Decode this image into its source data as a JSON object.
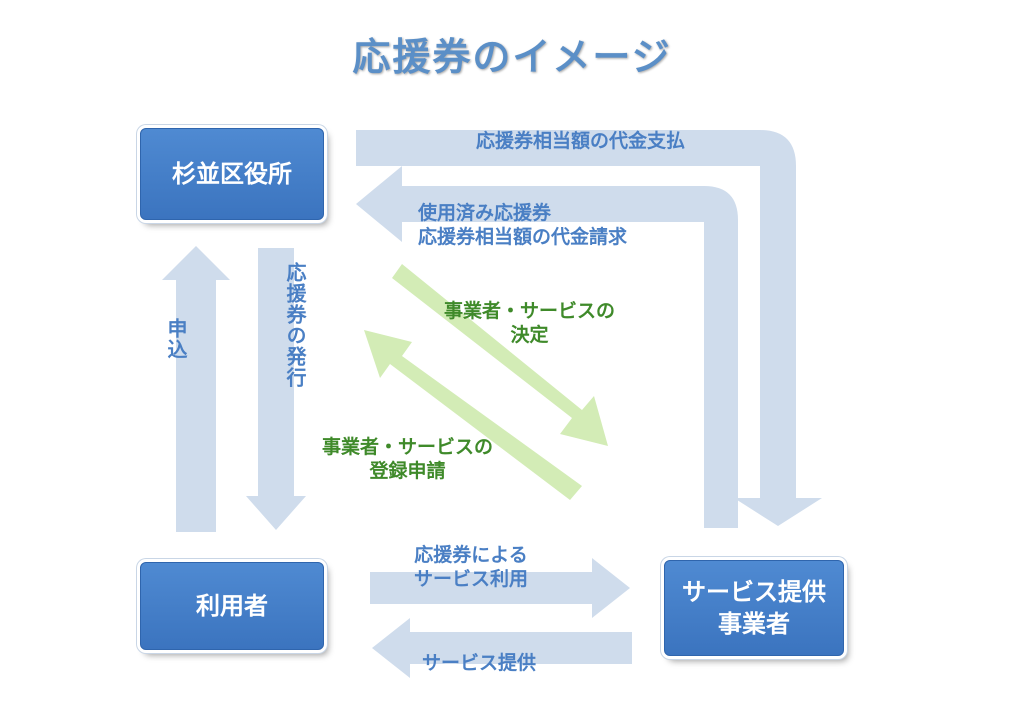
{
  "title": "応援券のイメージ",
  "nodes": {
    "city_office": "杉並区役所",
    "user": "利用者",
    "provider_line1": "サービス提供",
    "provider_line2": "事業者"
  },
  "edges": {
    "payment": "応援券相当額の代金支払",
    "claim_line1": "使用済み応援券",
    "claim_line2": "応援券相当額の代金請求",
    "application": "申込",
    "issuance": "応援券の発行",
    "decision_line1": "事業者・サービスの",
    "decision_line2": "決定",
    "registration_line1": "事業者・サービスの",
    "registration_line2": "登録申請",
    "usage_line1": "応援券による",
    "usage_line2": "サービス利用",
    "provision": "サービス提供"
  },
  "colors": {
    "box": "#3b74bf",
    "arrow_blue": "#cfdcec",
    "arrow_green": "#d3ecb6",
    "label_blue": "#4a7fc4",
    "label_green": "#3f8a2a"
  }
}
